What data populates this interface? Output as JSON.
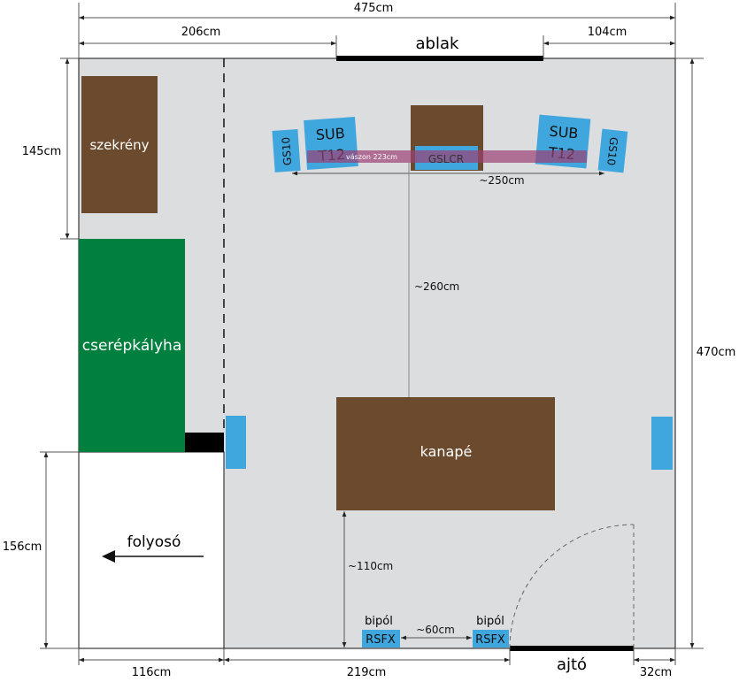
{
  "colors": {
    "floor": "#dcdddf",
    "wood": "#6b4a2e",
    "stove": "#00803f",
    "speaker": "#40a6de",
    "screen": "#9b3f74"
  },
  "dimensions": {
    "total_width": "475cm",
    "left_to_window": "206cm",
    "window_to_right": "104cm",
    "wardrobe_height": "145cm",
    "corridor_height": "156cm",
    "total_height": "470cm",
    "corridor_width": "116cm",
    "wall_to_door": "219cm",
    "door_to_corner": "32cm",
    "speaker_span": "~250cm",
    "screen_to_sofa": "~260cm",
    "sofa_to_wall": "~110cm",
    "rsfx_gap": "~60cm"
  },
  "labels": {
    "window": "ablak",
    "door": "ajtó",
    "wardrobe": "szekrény",
    "stove": "cserépkályha",
    "corridor": "folyosó",
    "sofa": "kanapé",
    "screen": "vászon 223cm",
    "center": "GSLCR",
    "sub_left": [
      "SUB",
      "T12"
    ],
    "sub_right": [
      "SUB",
      "T12"
    ],
    "front_left": "GS10",
    "front_right": "GS10",
    "bipole_left": "bipól",
    "bipole_right": "bipól",
    "rsfx_left": "RSFX",
    "rsfx_right": "RSFX"
  }
}
